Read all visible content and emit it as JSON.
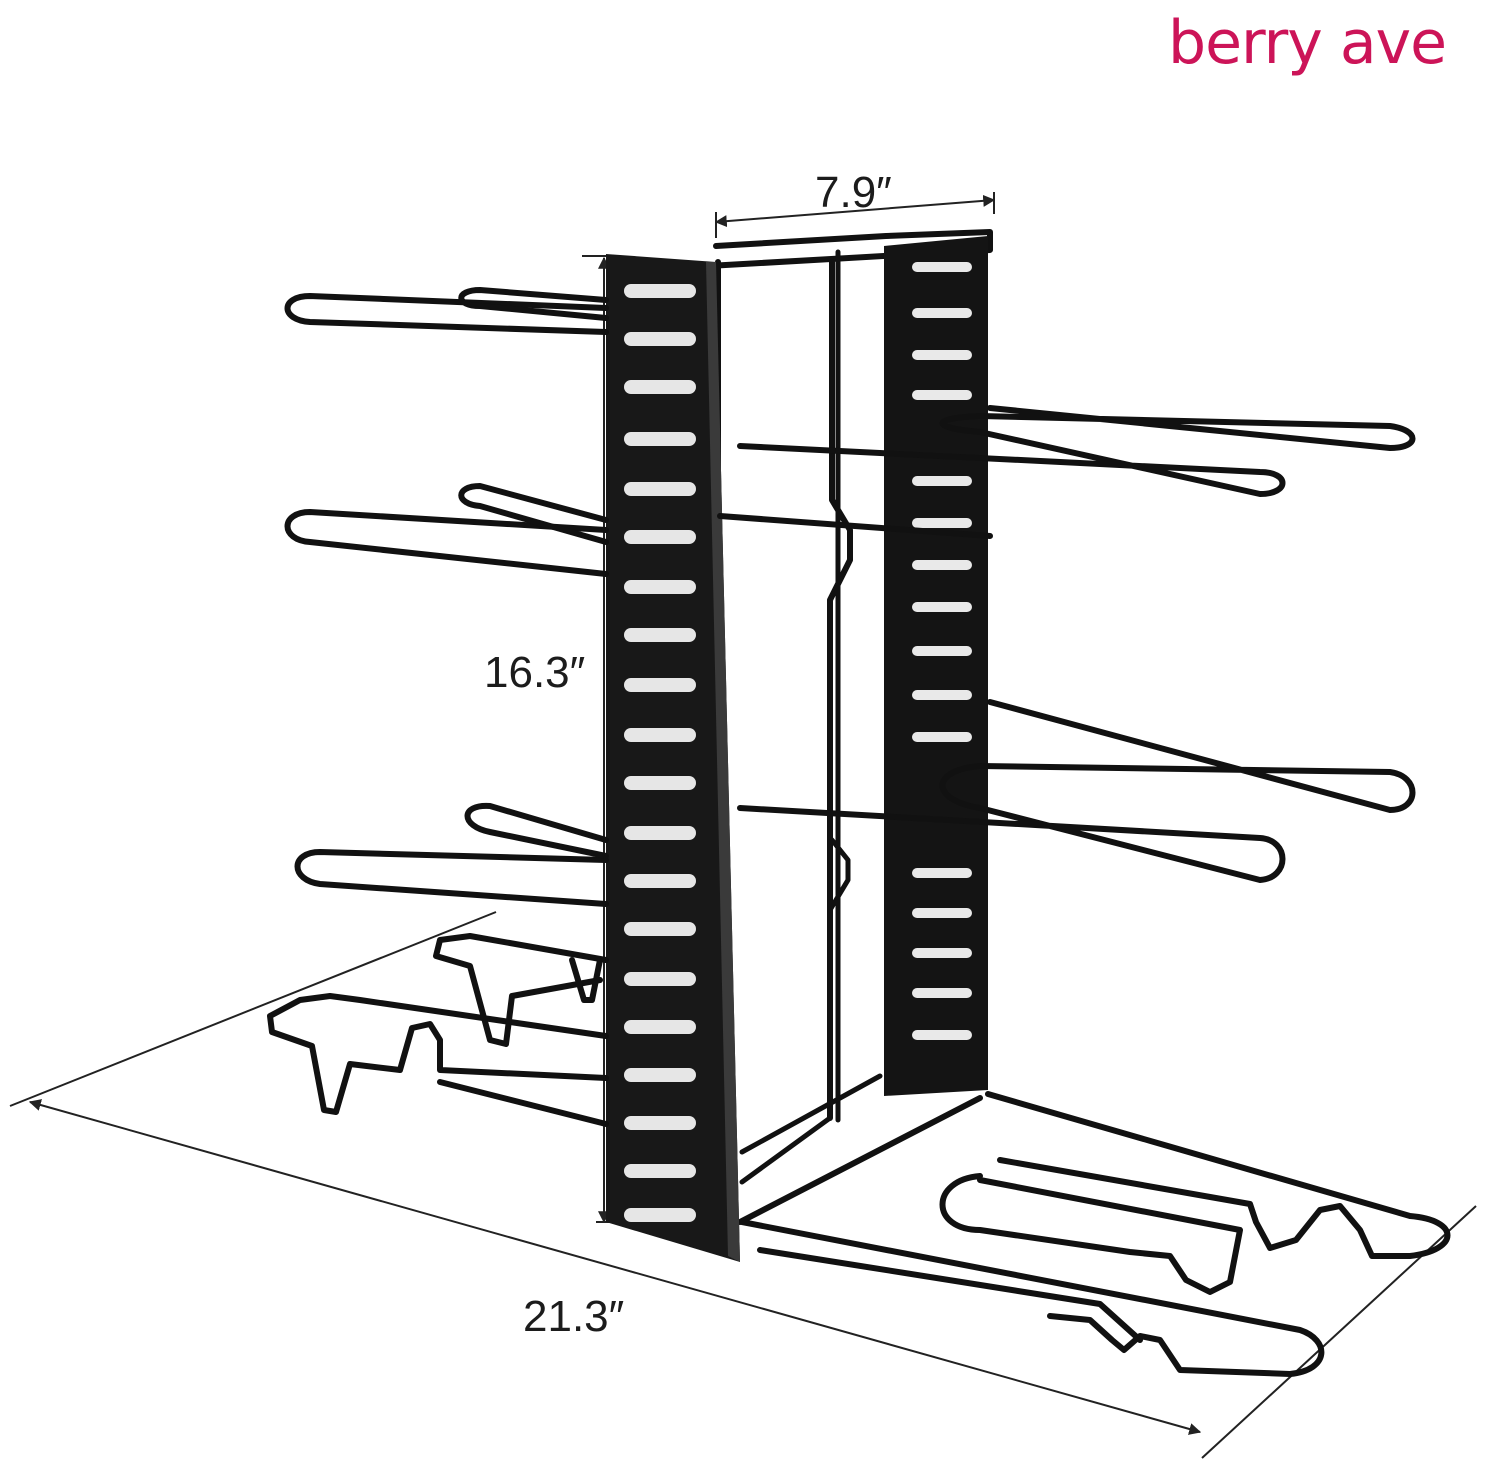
{
  "brand": {
    "name": "berry ave",
    "color": "#cc1458"
  },
  "dimensions": {
    "width": "7.9″",
    "height": "16.3″",
    "length": "21.3″"
  },
  "product_color": "#111111"
}
